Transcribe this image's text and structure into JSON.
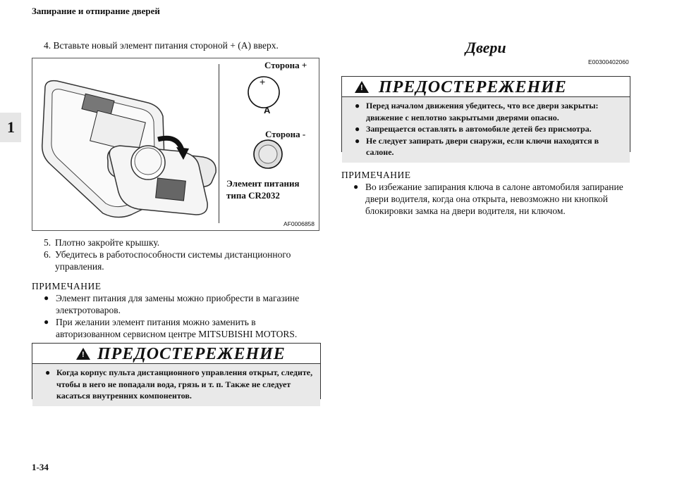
{
  "header": "Запирание и отпирание дверей",
  "chapter_tab": "1",
  "step4": "4. Вставьте новый элемент питания стороной + (А) вверх.",
  "figure": {
    "label_plus": "Сторона +",
    "label_a": "A",
    "label_minus": "Сторона -",
    "label_battery_1": "Элемент питания",
    "label_battery_2": "типа CR2032",
    "code": "AF0006858"
  },
  "steps": [
    {
      "num": "5.",
      "text": "Плотно закройте крышку."
    },
    {
      "num": "6.",
      "text": "Убедитесь в работоспособности системы дистанционного",
      "cont": "управления."
    }
  ],
  "note1": {
    "heading": "ПРИМЕЧАНИЕ",
    "items": [
      "Элемент питания для замены можно приобрести в магазине электротоваров.",
      "При желании элемент питания можно заменить в авторизованном сервисном центре MITSUBISHI MOTORS."
    ]
  },
  "warning1": {
    "title": "ПРЕДОСТЕРЕЖЕНИЕ",
    "text": "Когда корпус пульта дистанционного управления открыт, следите, чтобы в него не попадали вода, грязь и т. п. Также не следует касаться внутренних компонентов."
  },
  "section": {
    "title": "Двери",
    "code": "E00300402060"
  },
  "warning2": {
    "title": "ПРЕДОСТЕРЕЖЕНИЕ",
    "items": [
      "Перед началом движения убедитесь, что все двери закрыты: движение с неплотно закрытыми дверями опасно.",
      "Запрещается оставлять в автомобиле детей без присмотра.",
      "Не следует запирать двери снаружи, если ключи находятся в салоне."
    ]
  },
  "note2": {
    "heading": "ПРИМЕЧАНИЕ",
    "items": [
      "Во избежание запирания ключа в салоне автомобиля запирание двери водителя, когда она открыта, невозможно ни кнопкой блокировки замка на двери водителя, ни ключом."
    ]
  },
  "page_number": "1-34"
}
